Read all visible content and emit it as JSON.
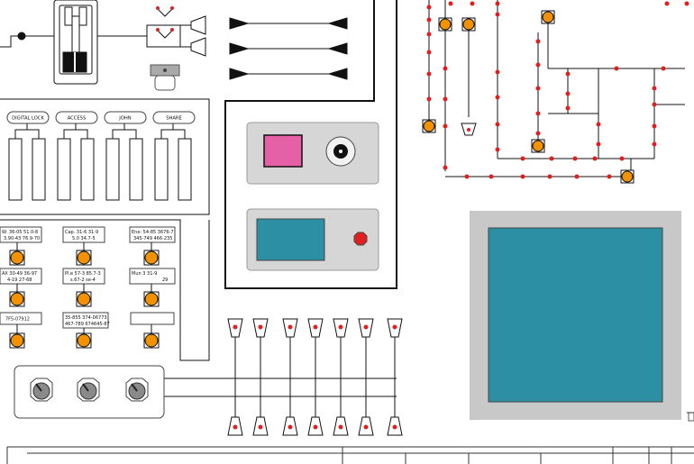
{
  "controls": {
    "buttons": [
      {
        "label": "DIGITAL LOCK"
      },
      {
        "label": "ACCESS"
      },
      {
        "label": "JOHN"
      },
      {
        "label": "SHARE"
      }
    ]
  },
  "readouts": [
    {
      "line1": "W: 36-05 51.0-8",
      "line2": "3.90-43 76.9-70"
    },
    {
      "line1": "Cap. 31-6 31-9",
      "line2": "5.0 34.7-5"
    },
    {
      "line1": "Ene: 54-85 3676-7",
      "line2": "345-749 466-235"
    },
    {
      "line1": "AX 30-49 36-97",
      "line2": "4-19 27-68"
    },
    {
      "line1": "Pl.e 57-3 85.7-3",
      "line2": "s.67-2 se-4"
    },
    {
      "line1": "Mun 3 31-9",
      "line2": "29"
    },
    {
      "line1": "7F5-07912",
      "line2": ""
    },
    {
      "line1": "35-855 374-06773",
      "line2": "467-789 674645-87"
    },
    {
      "line1": "",
      "line2": ""
    }
  ],
  "colors": {
    "orange": "#f39200",
    "teal": "#2d8fa3",
    "magenta": "#e660a8",
    "red": "#e02020",
    "panel_grey": "#d6d6d6",
    "screen_frame": "#c8c8c8"
  },
  "icons": {
    "knob": "rotary-knob-icon",
    "speaker": "speaker-icon",
    "stop": "octagon-button-icon",
    "trash": "trash-icon"
  }
}
